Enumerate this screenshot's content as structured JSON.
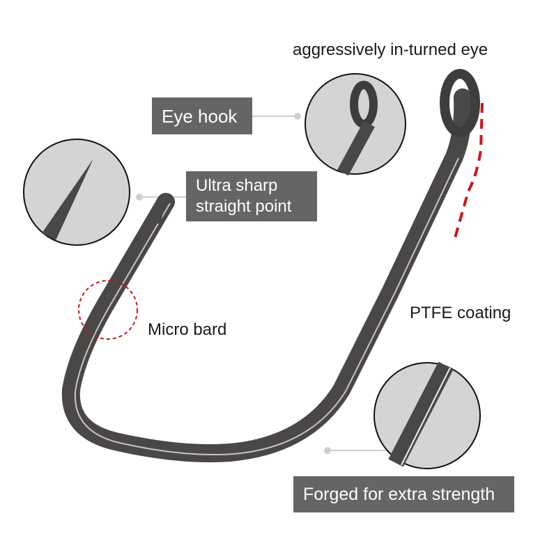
{
  "labels": {
    "eye_caption": "aggressively in-turned eye",
    "eye_hook": "Eye hook",
    "point_line1": "Ultra sharp",
    "point_line2": "straight point",
    "micro_barb": "Micro bard",
    "coating": "PTFE coating",
    "forged": "Forged for extra strength"
  },
  "colors": {
    "label_box": "#666565",
    "hook_metal": "#4a4747",
    "accent_dashes": "#d0131b",
    "detail_circle_fill": "#d4d4d4"
  }
}
